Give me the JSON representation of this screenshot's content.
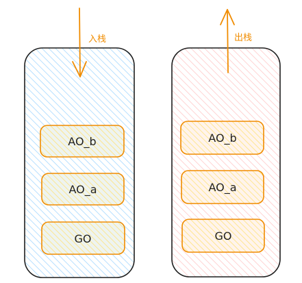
{
  "colors": {
    "outline": "#1e1e1e",
    "accent": "#f08c00",
    "left_fill": "#a5d8ff",
    "right_fill": "#ffc9c9",
    "frame_fill": "#ffec99"
  },
  "diagram": {
    "left": {
      "arrow_label": "入栈",
      "arrow_direction": "down",
      "frames": [
        "AO_b",
        "AO_a",
        "GO"
      ]
    },
    "right": {
      "arrow_label": "出栈",
      "arrow_direction": "up",
      "frames": [
        "AO_b",
        "AO_a",
        "GO"
      ]
    }
  }
}
